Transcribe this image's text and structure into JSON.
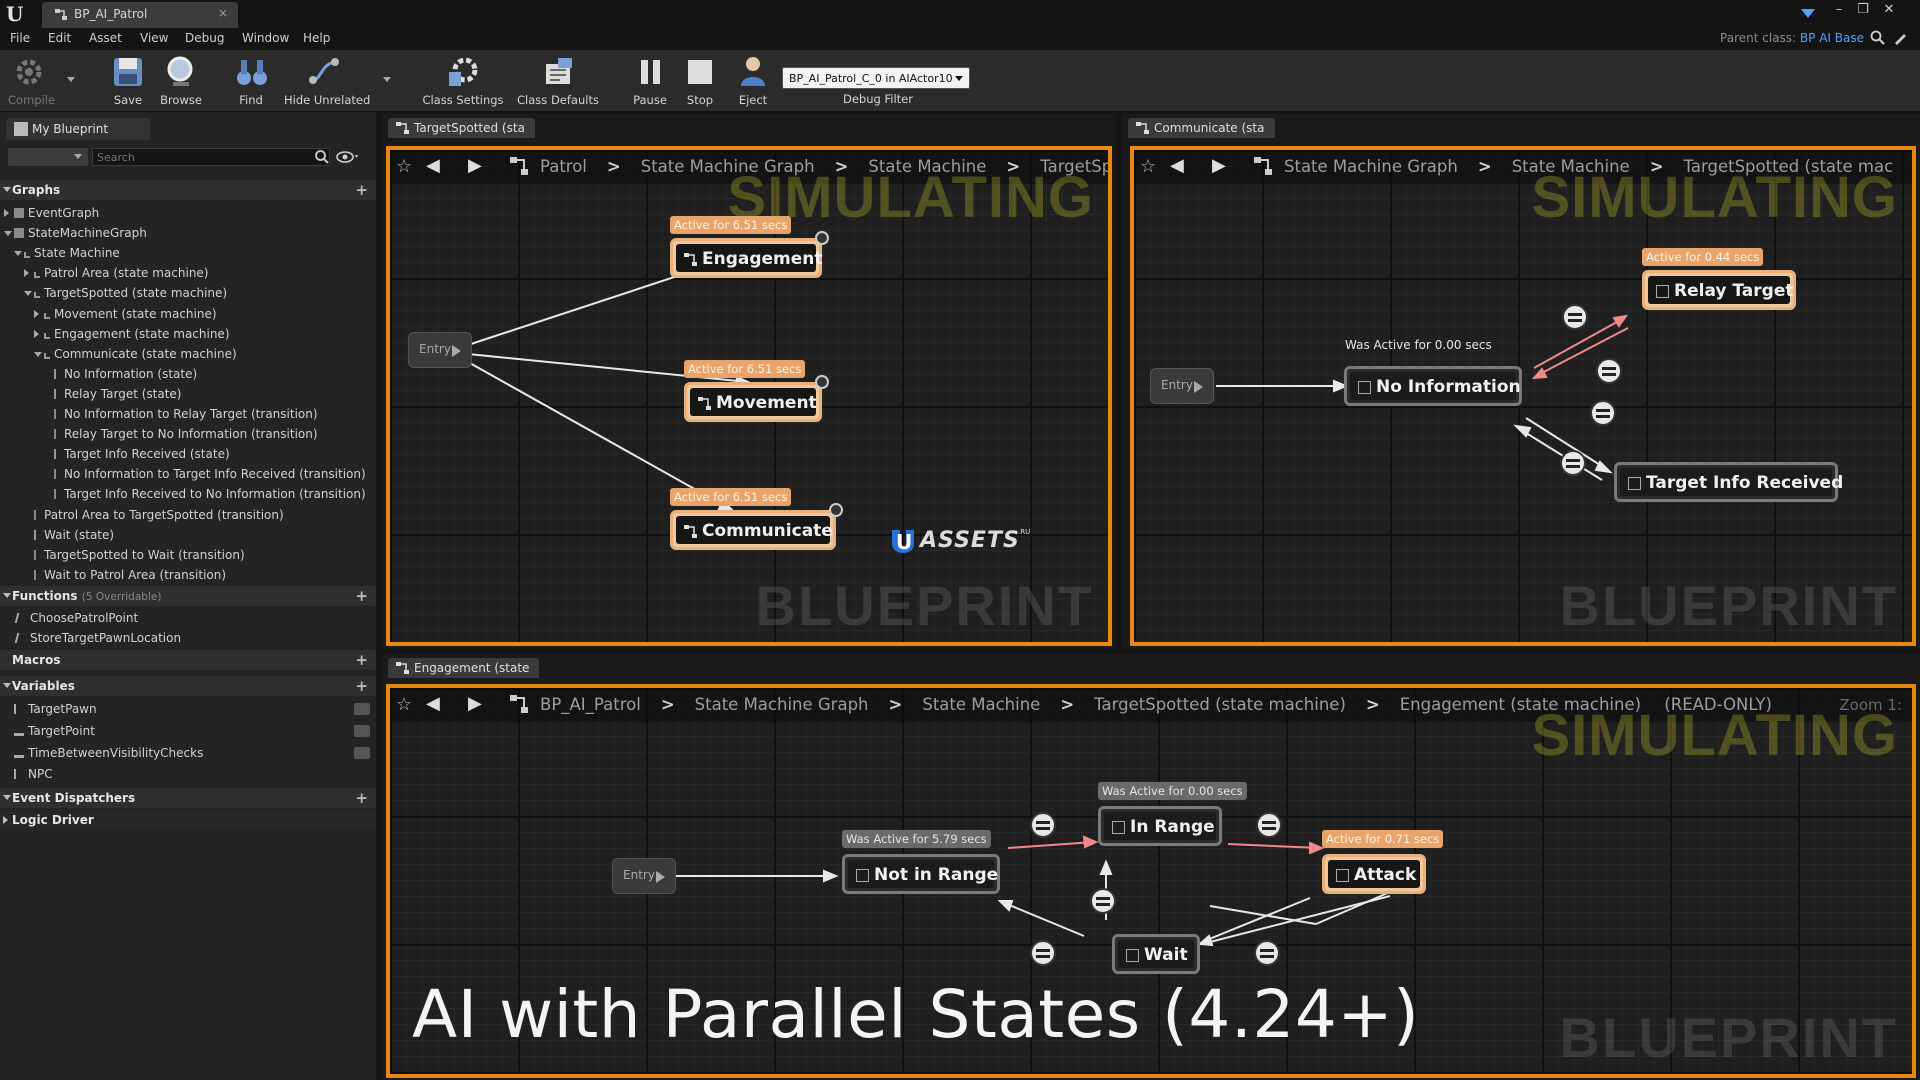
{
  "window": {
    "tab_title": "BP_AI_Patrol",
    "tab_close": "×",
    "minimize": "–",
    "maximize": "❐",
    "close": "✕"
  },
  "menu": {
    "items": [
      "File",
      "Edit",
      "Asset",
      "View",
      "Debug",
      "Window",
      "Help"
    ],
    "parent_class_label": "Parent class:",
    "parent_class_value": "BP AI Base"
  },
  "toolbar": {
    "compile": "Compile",
    "save": "Save",
    "browse": "Browse",
    "find": "Find",
    "hide_unrelated": "Hide Unrelated",
    "class_settings": "Class Settings",
    "class_defaults": "Class Defaults",
    "pause": "Pause",
    "stop": "Stop",
    "eject": "Eject",
    "debug_object": "BP_AI_Patrol_C_0 in AIActor10",
    "debug_filter": "Debug Filter"
  },
  "my_blueprint": {
    "tab": "My Blueprint",
    "search_placeholder": "Search",
    "graphs_header": "Graphs",
    "graph_items": [
      "EventGraph",
      "StateMachineGraph",
      "State Machine",
      "Patrol Area (state machine)",
      "TargetSpotted (state machine)",
      "Movement (state machine)",
      "Engagement (state machine)",
      "Communicate (state machine)",
      "No Information (state)",
      "Relay Target (state)",
      "No Information to Relay Target (transition)",
      "Relay Target to No Information (transition)",
      "Target Info Received (state)",
      "No Information to Target Info Received (transition)",
      "Target Info Received to No Information (transition)",
      "Patrol Area to TargetSpotted (transition)",
      "Wait (state)",
      "TargetSpotted to Wait (transition)",
      "Wait to Patrol Area (transition)"
    ],
    "functions_header": "Functions",
    "functions_sub": "(5 Overridable)",
    "functions": [
      "ChoosePatrolPoint",
      "StoreTargetPawnLocation"
    ],
    "macros_header": "Macros",
    "variables_header": "Variables",
    "variables": [
      "TargetPawn",
      "TargetPoint",
      "TimeBetweenVisibilityChecks",
      "NPC"
    ],
    "dispatchers_header": "Event Dispatchers",
    "logic_driver_header": "Logic Driver"
  },
  "panel_a": {
    "tab": "TargetSpotted (sta",
    "crumbs": [
      "Patrol",
      "State Machine Graph",
      "State Machine",
      "TargetSp"
    ],
    "simulating": "SIMULATING",
    "blueprint": "BLUEPRINT",
    "entry": "Entry",
    "nodes": [
      {
        "label": "Engagement",
        "badge": "Active for 6.51 secs"
      },
      {
        "label": "Movement",
        "badge": "Active for 6.51 secs"
      },
      {
        "label": "Communicate",
        "badge": "Active for 6.51 secs"
      }
    ]
  },
  "panel_b": {
    "tab": "Communicate (sta",
    "crumbs": [
      "State Machine Graph",
      "State Machine",
      "TargetSpotted (state mac"
    ],
    "simulating": "SIMULATING",
    "blueprint": "BLUEPRINT",
    "entry": "Entry",
    "nodes": [
      {
        "label": "Relay Target",
        "badge": "Active for 0.44 secs"
      },
      {
        "label": "No Information",
        "badge": "Was Active for 0.00 secs"
      },
      {
        "label": "Target Info Received",
        "badge": ""
      }
    ]
  },
  "panel_c": {
    "tab": "Engagement (state",
    "crumbs": [
      "BP_AI_Patrol",
      "State Machine Graph",
      "State Machine",
      "TargetSpotted (state machine)",
      "Engagement (state machine)"
    ],
    "readonly": "(READ-ONLY)",
    "zoom": "Zoom 1:",
    "simulating": "SIMULATING",
    "blueprint": "BLUEPRINT",
    "entry": "Entry",
    "nodes": [
      {
        "label": "In Range",
        "badge": "Was Active for 0.00 secs"
      },
      {
        "label": "Not in Range",
        "badge": "Was Active for 5.79 secs"
      },
      {
        "label": "Attack",
        "badge": "Active for 0.71 secs"
      },
      {
        "label": "Wait",
        "badge": ""
      }
    ]
  },
  "overlay": {
    "logo_text": "ASSETS",
    "logo_letter": "U",
    "logo_suffix": ".RU",
    "title": "AI with Parallel States (4.24+)"
  },
  "colors": {
    "accent_orange": "#e8890f",
    "active_node": "#f1c89a",
    "link_blue": "#4fa3ff",
    "active_wire": "#f08a8a"
  }
}
